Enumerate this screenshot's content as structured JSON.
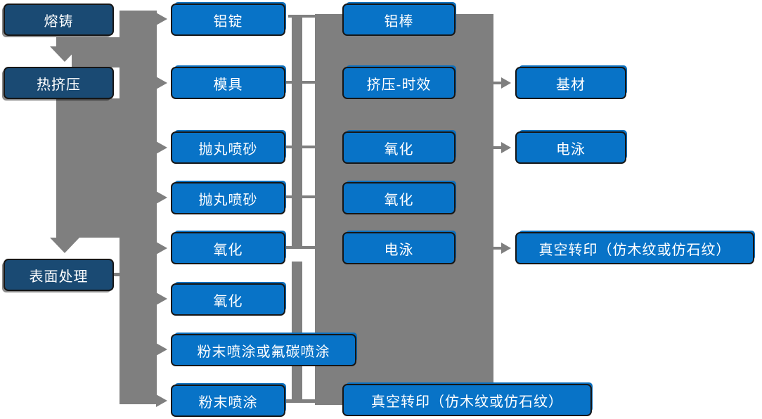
{
  "colors": {
    "stage_box": "#1A4A73",
    "process_box": "#0873C7",
    "connector": "#7F7F7F",
    "box_border": "#161616",
    "box_text": "#FFFFFF",
    "background": "#FFFFFF"
  },
  "flow": {
    "col1": [
      {
        "label": "熔铸"
      },
      {
        "label": "热挤压"
      },
      {
        "label": "表面处理"
      }
    ],
    "col2": [
      {
        "label": "铝锭"
      },
      {
        "label": "模具"
      },
      {
        "label": "抛丸喷砂"
      },
      {
        "label": "抛丸喷砂"
      },
      {
        "label": "氧化"
      },
      {
        "label": "氧化"
      },
      {
        "label": "粉末喷涂或氟碳喷涂"
      },
      {
        "label": "粉末喷涂"
      }
    ],
    "col3": [
      {
        "label": "铝棒"
      },
      {
        "label": "挤压-时效"
      },
      {
        "label": "氧化"
      },
      {
        "label": "氧化"
      },
      {
        "label": "电泳"
      },
      {
        "label": "真空转印（仿木纹或仿石纹）"
      }
    ],
    "col4": [
      {
        "label": "基材"
      },
      {
        "label": "电泳"
      },
      {
        "label": "真空转印（仿木纹或仿石纹）"
      }
    ]
  }
}
